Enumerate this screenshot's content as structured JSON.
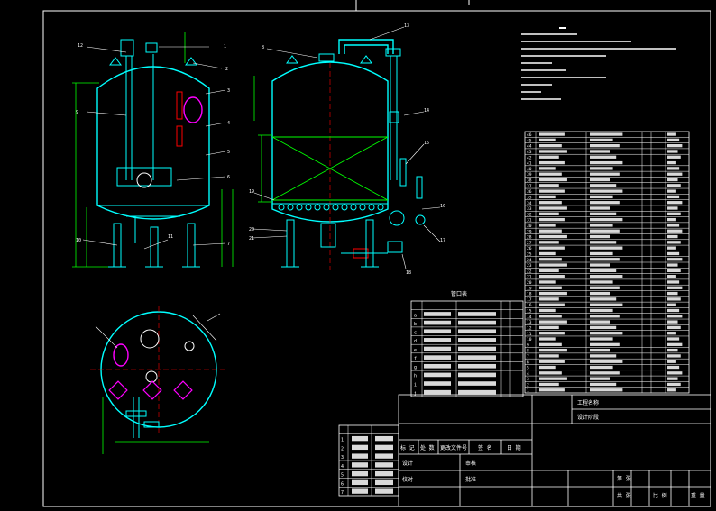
{
  "colors": {
    "background": "#000000",
    "border": "#ffffff",
    "vessel": "#00ffff",
    "dimension": "#00ff00",
    "leader": "#ffffff",
    "accent": "#ff00ff",
    "pipe_red": "#ff0000",
    "bed_green": "#00ff00",
    "pipe_yellow": "#ffff00"
  },
  "front_view": {
    "callouts": [
      "12",
      "1",
      "2",
      "3",
      "4",
      "5",
      "6",
      "7",
      "9",
      "10",
      "11"
    ]
  },
  "side_view": {
    "callouts": [
      "8",
      "13",
      "14",
      "15",
      "16",
      "17",
      "18",
      "19",
      "20",
      "21"
    ]
  },
  "nozzle_table": {
    "title": "管口表",
    "rows": [
      {
        "code": "a"
      },
      {
        "code": "b"
      },
      {
        "code": "c"
      },
      {
        "code": "d"
      },
      {
        "code": "e"
      },
      {
        "code": "f"
      },
      {
        "code": "g"
      },
      {
        "code": "h"
      },
      {
        "code": "i"
      },
      {
        "code": "j"
      }
    ]
  },
  "revision_table": {
    "rows": [
      {
        "no": "1"
      },
      {
        "no": "2"
      },
      {
        "no": "3"
      },
      {
        "no": "4"
      },
      {
        "no": "5"
      },
      {
        "no": "6"
      },
      {
        "no": "7"
      }
    ]
  },
  "parts_list": {
    "numbers": [
      "46",
      "45",
      "44",
      "43",
      "42",
      "41",
      "40",
      "39",
      "38",
      "37",
      "36",
      "35",
      "34",
      "33",
      "32",
      "31",
      "30",
      "29",
      "28",
      "27",
      "26",
      "25",
      "24",
      "23",
      "22",
      "21",
      "20",
      "19",
      "18",
      "17",
      "16",
      "15",
      "14",
      "13",
      "12",
      "11",
      "10",
      "9",
      "8",
      "7",
      "6",
      "5",
      "4",
      "3",
      "2",
      "1"
    ]
  },
  "title_block": {
    "project": "工程名称",
    "design_stage": "设计阶段",
    "left_labels": [
      "标 记",
      "处 数",
      "更改文件号",
      "签 名",
      "日 期"
    ],
    "approval_labels": [
      "设计",
      "审核",
      "校对",
      "批准"
    ],
    "bottom_labels": [
      "第 张",
      "共 张",
      "比 例",
      "重 量"
    ]
  }
}
